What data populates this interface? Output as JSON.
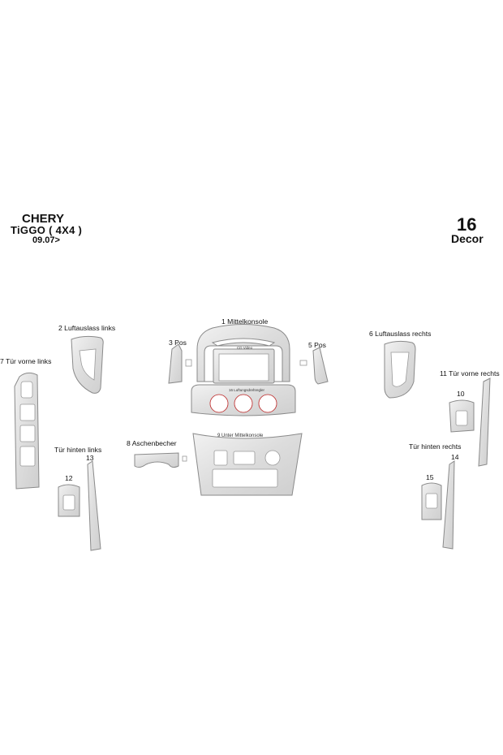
{
  "header": {
    "make": "CHERY",
    "model": "TiGGO ( 4X4 )",
    "date": "09.07>",
    "count": "16",
    "type": "Decor"
  },
  "parts": {
    "p1": "1  Mittelkonsole",
    "p2": "2  Luftauslass links",
    "p3": "3  Pos",
    "p5": "5  Pos",
    "p6": "6  Luftauslass rechts",
    "p7": "7  Tür vorne links",
    "p8": "8  Aschenbecher",
    "p9": "9  Unter Mittelkonsole",
    "p10": "10",
    "p11": "11 Tür vorne rechts",
    "p12": "12",
    "p13": "13",
    "p14": "14",
    "p15": "15",
    "p16": "16 Luftungsdrehregler",
    "rear_left": "Tür hinten links",
    "rear_right": "Tür hinten rechts",
    "cd_video": "CD Video"
  },
  "colors": {
    "part_fill": "#e4e4e4",
    "part_edge": "#8a8a8a",
    "regler_outline": "#cc3333"
  }
}
